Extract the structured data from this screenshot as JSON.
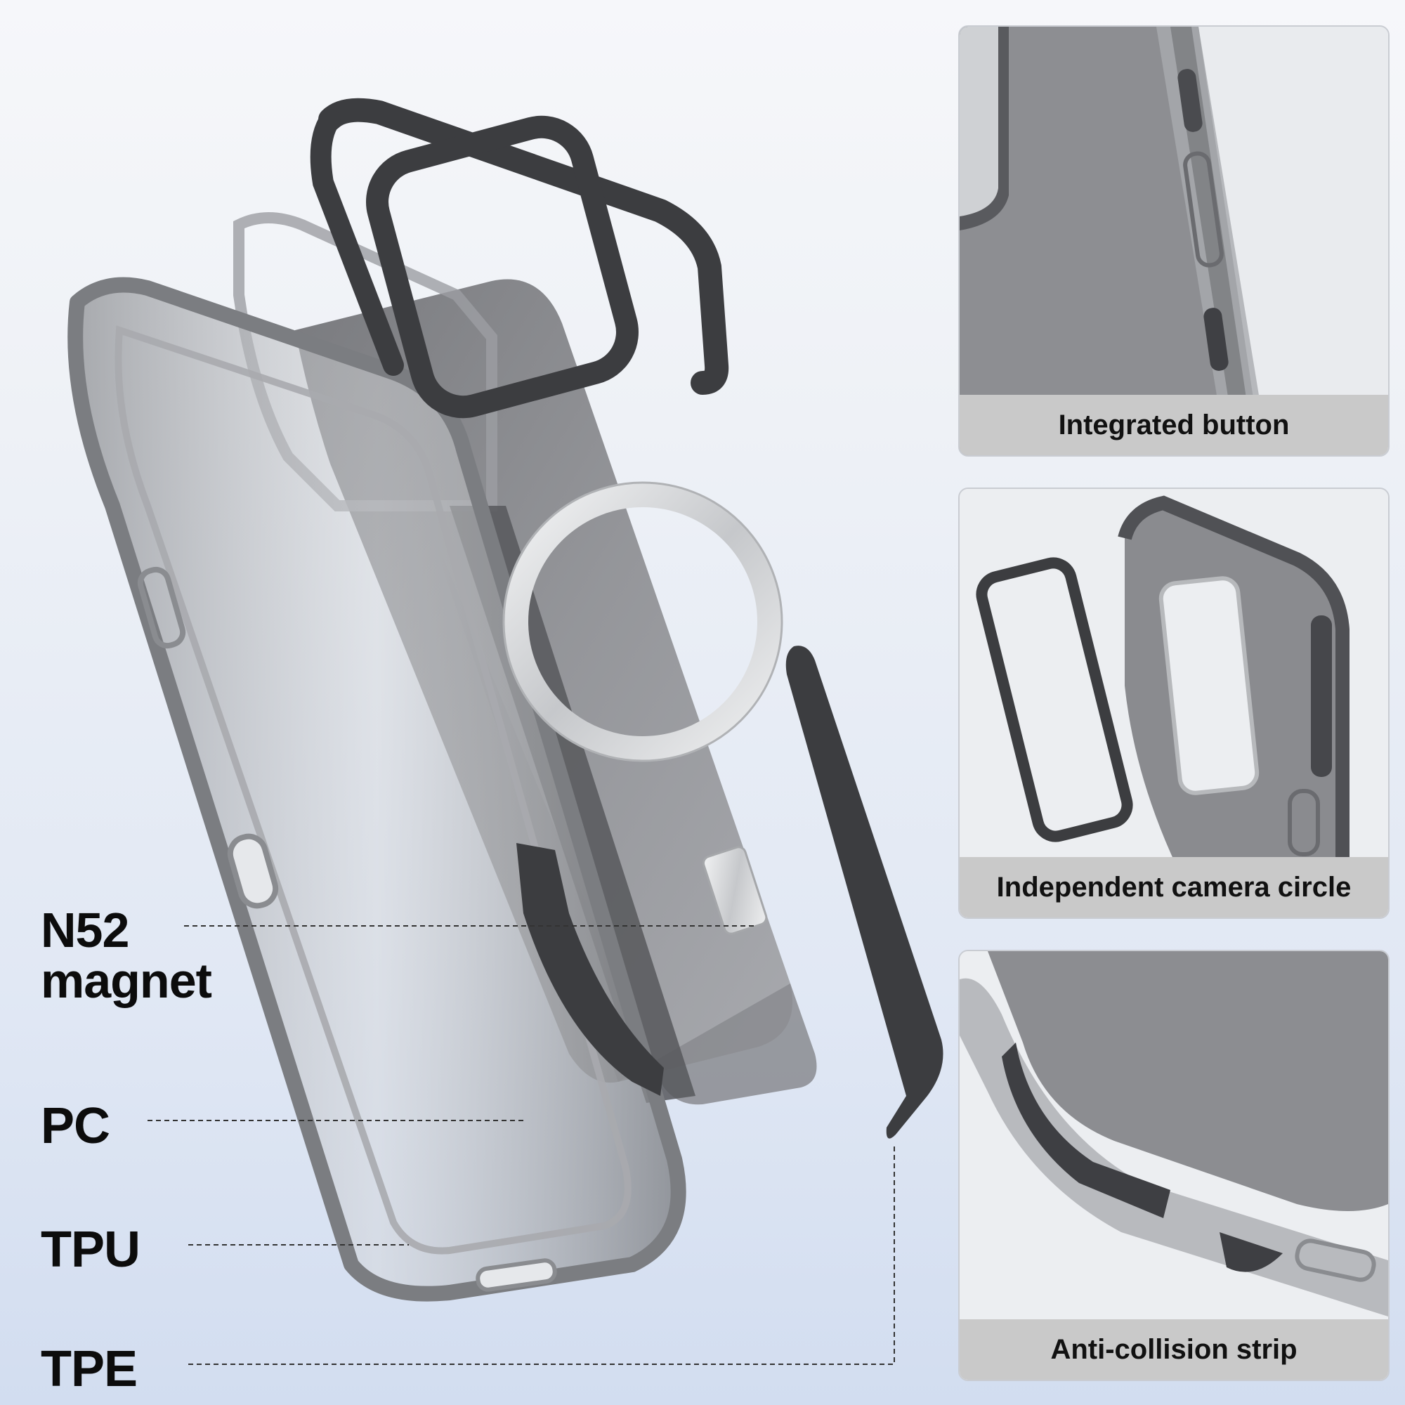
{
  "materials": {
    "magnet_line1": "N52",
    "magnet_line2": "magnet",
    "pc": "PC",
    "tpu": "TPU",
    "tpe": "TPE"
  },
  "features": [
    {
      "caption": "Integrated button"
    },
    {
      "caption": "Independent camera circle"
    },
    {
      "caption": "Anti-collision strip"
    }
  ],
  "colors": {
    "tpe_dark": "#3c3d40",
    "pc_smoke": "#8e8f93",
    "tpu_clear": "#b8babe",
    "magnet_silver": "#d8dadc"
  }
}
